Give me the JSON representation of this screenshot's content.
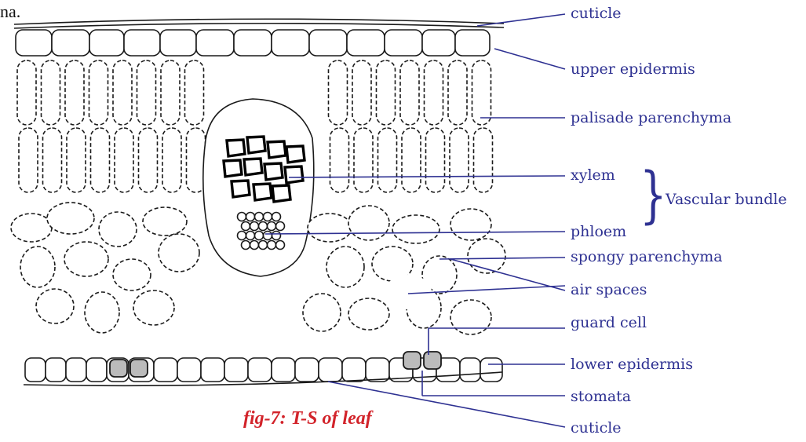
{
  "top_fragment": "na.",
  "labels": {
    "cuticle_top": "cuticle",
    "upper_epidermis": "upper epidermis",
    "palisade": "palisade parenchyma",
    "xylem": "xylem",
    "phloem": "phloem",
    "vascular_bundle": "Vascular bundle",
    "spongy": "spongy  parenchyma",
    "air_spaces": "air  spaces",
    "guard_cell": "guard cell",
    "lower_epidermis": "lower epidermis",
    "stomata": "stomata",
    "cuticle_bottom": "cuticle"
  },
  "caption": "fig-7: T-S of leaf",
  "colors": {
    "label": "#2e3192",
    "caption": "#d2232a",
    "ink": "#1a1a1a"
  }
}
